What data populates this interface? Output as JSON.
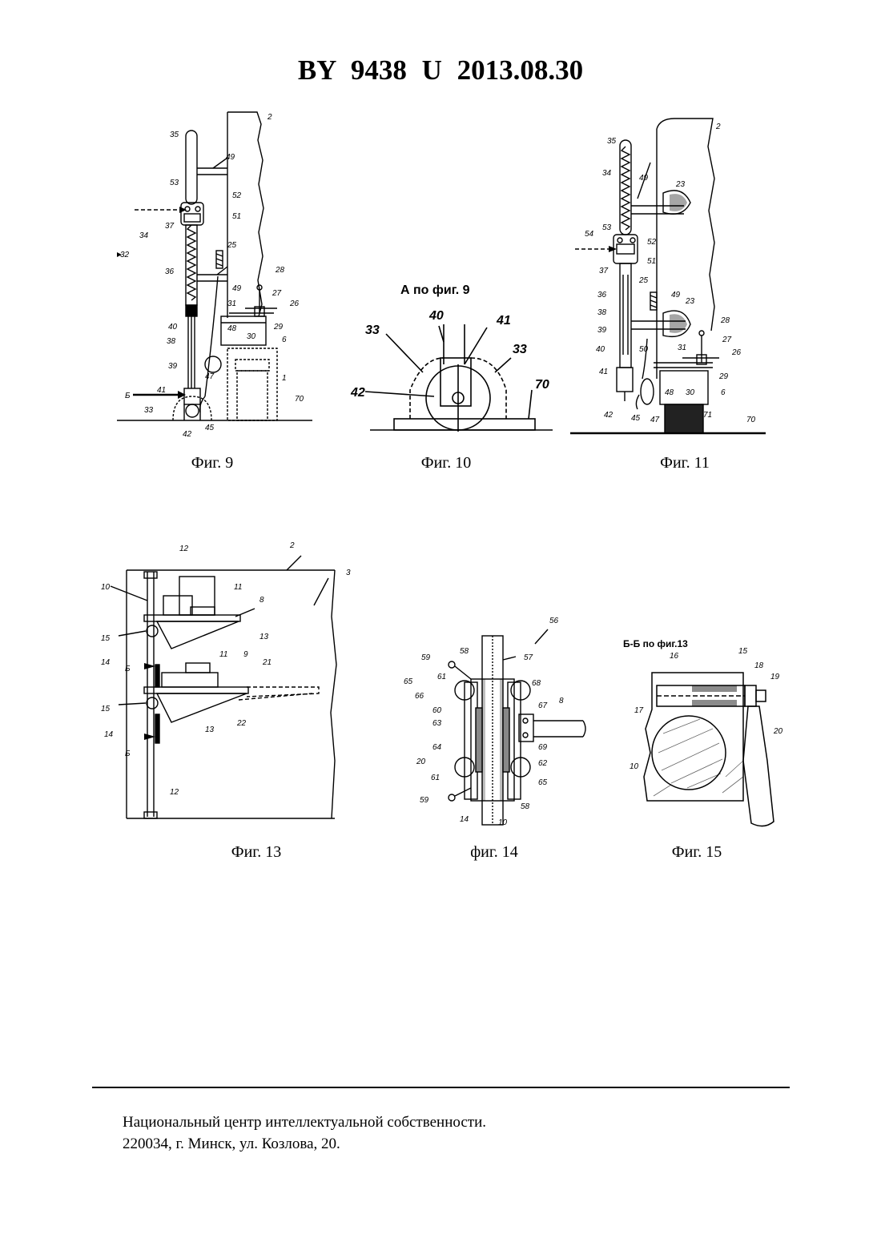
{
  "header": {
    "title": "BY  9438  U  2013.08.30"
  },
  "figures": {
    "fig9": {
      "caption": "Фиг. 9",
      "labels": {
        "n2": "2",
        "n35": "35",
        "n49a": "49",
        "n53": "53",
        "n52": "52",
        "n51": "51",
        "n37": "37",
        "n34": "34",
        "n32": "32",
        "n25": "25",
        "n36": "36",
        "n49b": "49",
        "n28": "28",
        "n27": "27",
        "n26": "26",
        "n31": "31",
        "n40": "40",
        "n48": "48",
        "n30": "30",
        "n29": "29",
        "n6": "6",
        "n38": "38",
        "n47": "47",
        "n39": "39",
        "n1": "1",
        "n41": "41",
        "nB": "Б",
        "n70": "70",
        "n33": "33",
        "n42": "42",
        "n45": "45"
      }
    },
    "fig10": {
      "caption": "Фиг. 10",
      "title": "А по фиг. 9",
      "labels": {
        "n40": "40",
        "n41": "41",
        "n33a": "33",
        "n33b": "33",
        "n70": "70",
        "n42": "42"
      }
    },
    "fig11": {
      "caption": "Фиг. 11",
      "labels": {
        "n35": "35",
        "n2": "2",
        "n34": "34",
        "n49a": "49",
        "n23a": "23",
        "n54": "54",
        "n53": "53",
        "n52": "52",
        "n37": "37",
        "n51": "51",
        "n36": "36",
        "n25": "25",
        "n49b": "49",
        "n23b": "23",
        "n38": "38",
        "n39": "39",
        "n50": "50",
        "n28": "28",
        "n40": "40",
        "n31": "31",
        "n27": "27",
        "n26": "26",
        "n29": "29",
        "n41": "41",
        "n48": "48",
        "n30": "30",
        "n6": "6",
        "n42": "42",
        "n45": "45",
        "n47": "47",
        "n71": "71",
        "n70": "70"
      }
    },
    "fig13": {
      "caption": "Фиг. 13",
      "labels": {
        "n12a": "12",
        "n2": "2",
        "n3": "3",
        "n10": "10",
        "n11a": "11",
        "n8": "8",
        "n15a": "15",
        "n13a": "13",
        "n14a": "14",
        "nBa": "Б",
        "n11b": "11",
        "n9": "9",
        "n21": "21",
        "n15b": "15",
        "n14b": "14",
        "n22": "22",
        "n13b": "13",
        "nBb": "Б",
        "n12b": "12"
      }
    },
    "fig14": {
      "caption": "фиг. 14",
      "labels": {
        "n56": "56",
        "n59a": "59",
        "n58a": "58",
        "n57": "57",
        "n61a": "61",
        "n65a": "65",
        "n68": "68",
        "n66": "66",
        "n67": "67",
        "n8": "8",
        "n60": "60",
        "n63": "63",
        "n69": "69",
        "n64": "64",
        "n62": "62",
        "n20": "20",
        "n61b": "61",
        "n65b": "65",
        "n59b": "59",
        "n58b": "58",
        "n14": "14",
        "n10": "10"
      }
    },
    "fig15": {
      "caption": "Фиг. 15",
      "title": "Б-Б по фиг.13",
      "labels": {
        "n15": "15",
        "n16": "16",
        "n18": "18",
        "n19": "19",
        "n17": "17",
        "n20": "20",
        "n10": "10"
      }
    }
  },
  "footer": {
    "line1": "Национальный центр интеллектуальной собственности.",
    "line2": "220034, г. Минск, ул. Козлова, 20."
  }
}
